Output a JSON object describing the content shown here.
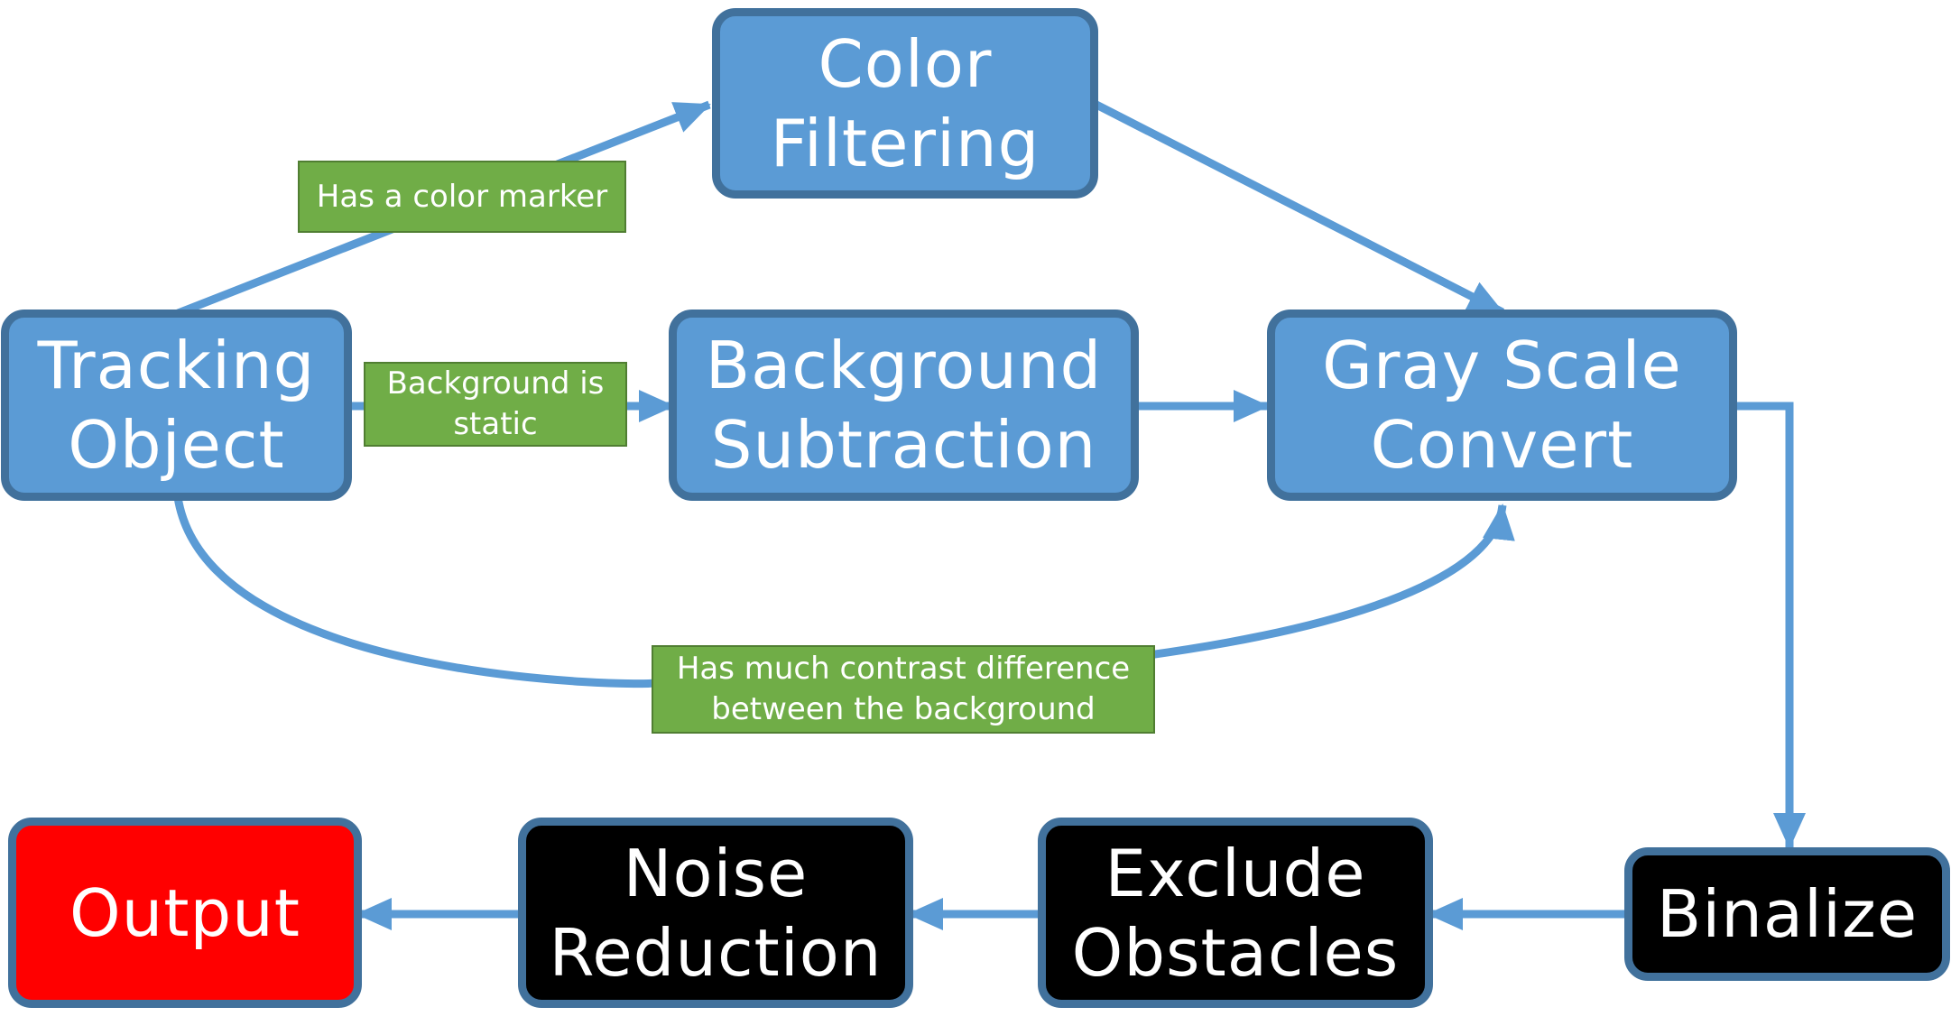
{
  "colors": {
    "process_fill": "#5B9BD5",
    "process_border": "#41719C",
    "step_fill": "#000000",
    "output_fill": "#FF0000",
    "condition_fill": "#70AD47",
    "arrow": "#5B9BD5"
  },
  "nodes": {
    "color_filtering": {
      "line1": "Color",
      "line2": "Filtering"
    },
    "tracking_object": {
      "line1": "Tracking",
      "line2": "Object"
    },
    "background_subtraction": {
      "line1": "Background",
      "line2": "Subtraction"
    },
    "gray_scale_convert": {
      "line1": "Gray Scale",
      "line2": "Convert"
    },
    "binalize": {
      "line1": "Binalize"
    },
    "exclude_obstacles": {
      "line1": "Exclude",
      "line2": "Obstacles"
    },
    "noise_reduction": {
      "line1": "Noise",
      "line2": "Reduction"
    },
    "output": {
      "line1": "Output"
    }
  },
  "conditions": {
    "color_marker": {
      "line1": "Has a color marker"
    },
    "background_static": {
      "line1": "Background is",
      "line2": "static"
    },
    "contrast": {
      "line1": "Has much contrast difference",
      "line2": "between the background"
    }
  }
}
